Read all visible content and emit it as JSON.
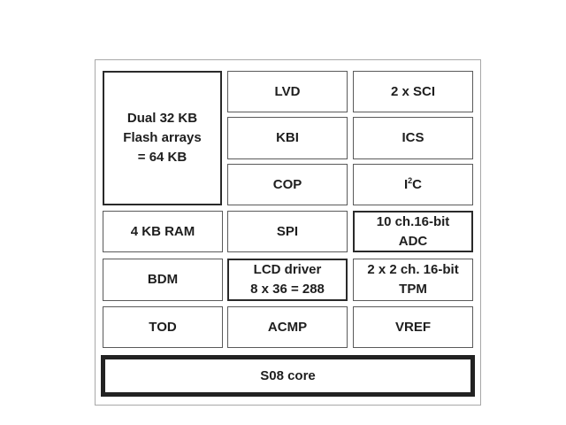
{
  "diagram": {
    "title": "",
    "blocks": {
      "flash": {
        "line1": "Dual 32 KB",
        "line2": "Flash arrays",
        "line3": "= 64 KB"
      },
      "lvd": "LVD",
      "sci": "2 x SCI",
      "kbi": "KBI",
      "ics": "ICS",
      "cop": "COP",
      "i2c": {
        "base": "I",
        "sup": "2",
        "tail": "C"
      },
      "ram": "4 KB RAM",
      "spi": "SPI",
      "adc": {
        "line1": "10 ch.16-bit",
        "line2": "ADC"
      },
      "bdm": "BDM",
      "lcd": {
        "line1": "LCD driver",
        "line2": "8 x 36 = 288"
      },
      "tpm": {
        "line1": "2 x 2 ch. 16-bit",
        "line2": "TPM"
      },
      "tod": "TOD",
      "acmp": "ACMP",
      "vref": "VREF",
      "core": "S08 core"
    },
    "colors": {
      "frame": "#a8a8a8",
      "box_border": "#5a5a5a",
      "thick_border": "#2a2a2a",
      "text": "#1e1e1e"
    }
  }
}
